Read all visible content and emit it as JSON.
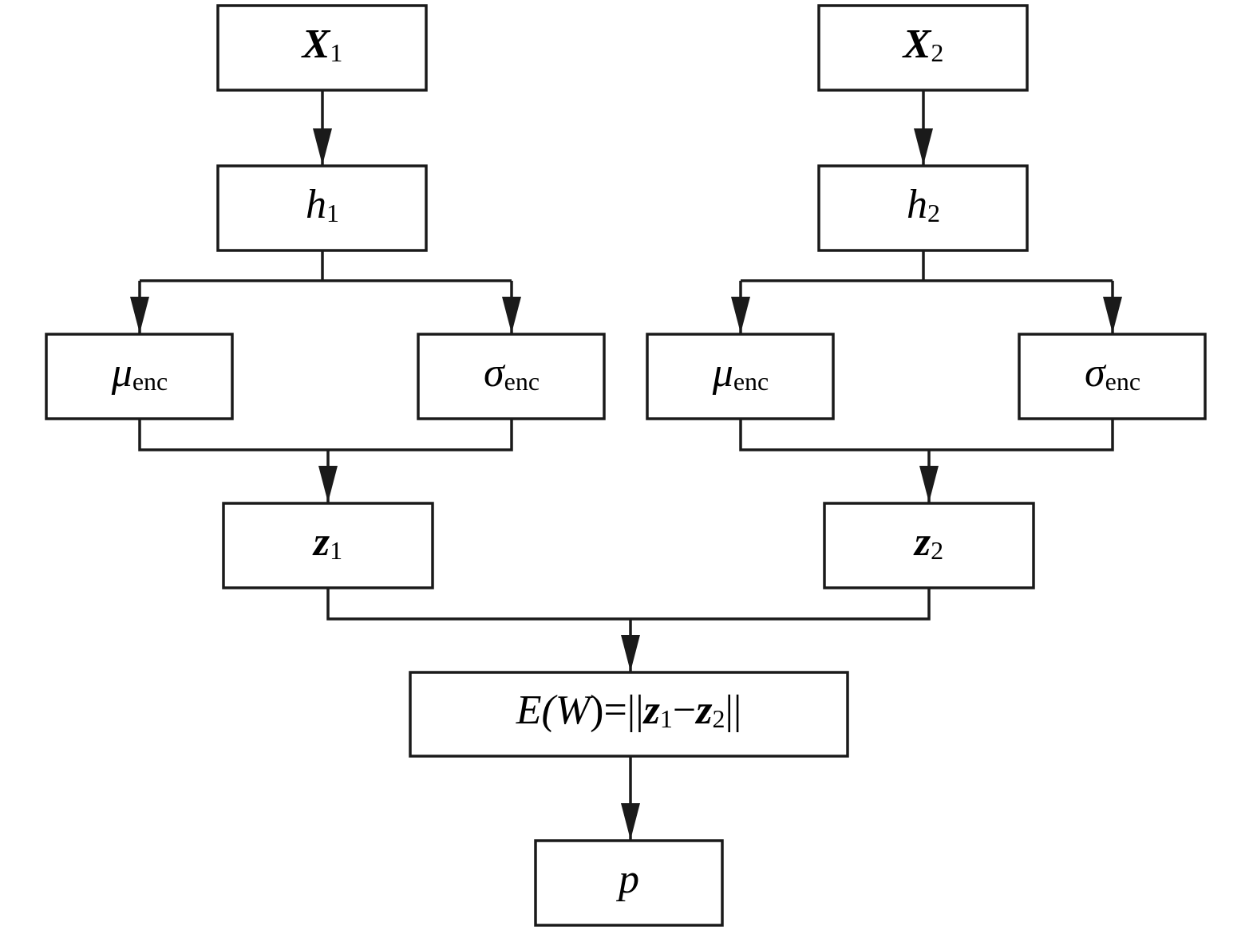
{
  "diagram": {
    "x1": {
      "base": "X",
      "sub": "1"
    },
    "x2": {
      "base": "X",
      "sub": "2"
    },
    "h1": {
      "base": "h",
      "sub": "1"
    },
    "h2": {
      "base": "h",
      "sub": "2"
    },
    "mu_left": {
      "base": "μ",
      "sub": "enc"
    },
    "sigma_left": {
      "base": "σ",
      "sub": "enc"
    },
    "mu_right": {
      "base": "μ",
      "sub": "enc"
    },
    "sigma_right": {
      "base": "σ",
      "sub": "enc"
    },
    "z1": {
      "base": "z",
      "sub": "1"
    },
    "z2": {
      "base": "z",
      "sub": "2"
    },
    "energy": {
      "prefix": "E(",
      "w": "W",
      "eq": ")=||",
      "za": "z",
      "za_sub": "1",
      "minus": "−",
      "zb": "z",
      "zb_sub": "2",
      "suffix": "||"
    },
    "output": {
      "base": "p"
    }
  },
  "colors": {
    "line": "#1a1a1a",
    "box_fill": "#ffffff",
    "text": "#000000"
  }
}
